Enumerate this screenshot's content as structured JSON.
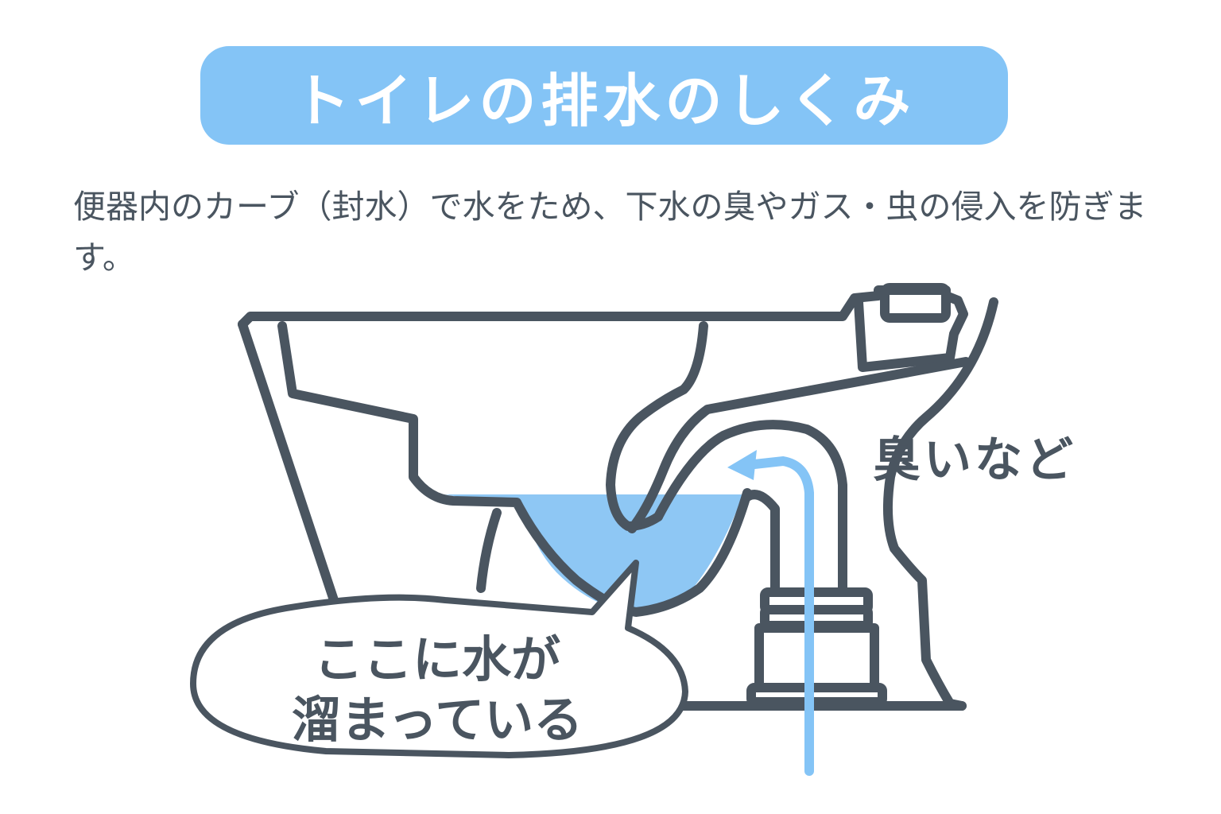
{
  "title": "トイレの排水のしくみ",
  "description": "便器内のカーブ（封水）で水をため、下水の臭やガス・虫の侵入を防ぎます。",
  "bubble": {
    "line1": "ここに水が",
    "line2": "溜まっている"
  },
  "smell_label": "臭いなど",
  "colors": {
    "accent": "#84c4f6",
    "water": "#8ec7f4",
    "outline": "#4a5560",
    "arrow": "#84c4f6"
  }
}
